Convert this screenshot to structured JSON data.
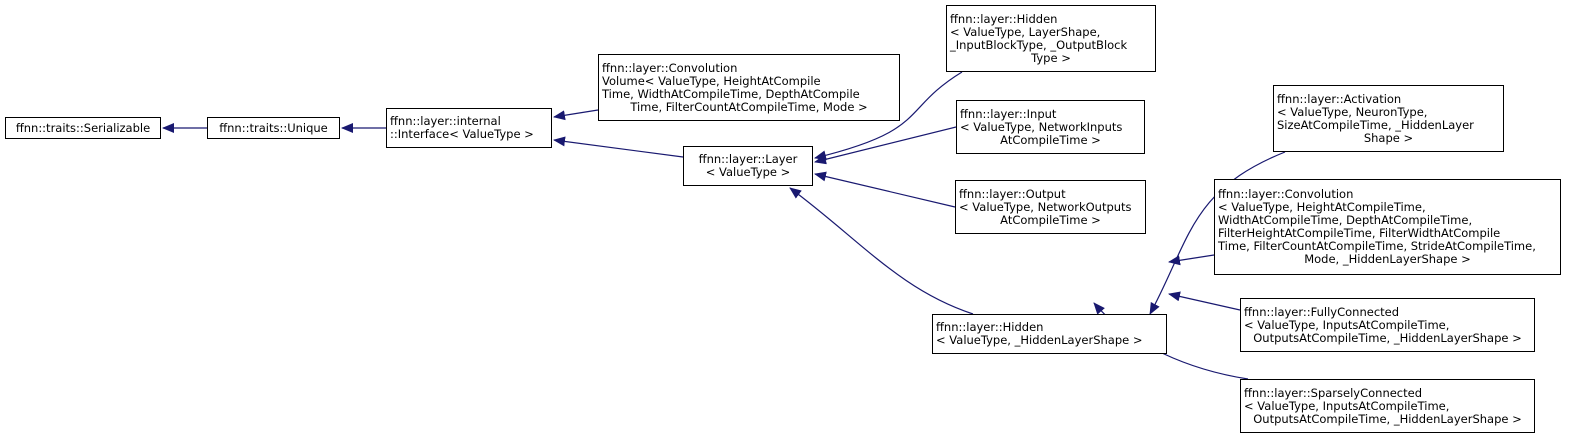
{
  "edge_color": "#191970",
  "nodes": {
    "serializable": [
      "ffnn::traits::Serializable"
    ],
    "unique": [
      "ffnn::traits::Unique"
    ],
    "interface": [
      "ffnn::layer::internal",
      "::Interface< ValueType >"
    ],
    "convolution_volume": [
      "ffnn::layer::Convolution",
      "Volume< ValueType, HeightAtCompile",
      "Time, WidthAtCompileTime, DepthAtCompile",
      "Time, FilterCountAtCompileTime, Mode >"
    ],
    "layer": [
      "ffnn::layer::Layer",
      "< ValueType >"
    ],
    "hidden_full": [
      "ffnn::layer::Hidden",
      "< ValueType, LayerShape,",
      "_InputBlockType, _OutputBlock",
      "Type >"
    ],
    "input": [
      "ffnn::layer::Input",
      "< ValueType, NetworkInputs",
      "AtCompileTime >"
    ],
    "output": [
      "ffnn::layer::Output",
      "< ValueType, NetworkOutputs",
      "AtCompileTime >"
    ],
    "hidden": [
      "ffnn::layer::Hidden",
      "< ValueType, _HiddenLayerShape >"
    ],
    "activation": [
      "ffnn::layer::Activation",
      "< ValueType, NeuronType,",
      "SizeAtCompileTime, _HiddenLayer",
      "Shape >"
    ],
    "convolution": [
      "ffnn::layer::Convolution",
      "< ValueType, HeightAtCompileTime,",
      "WidthAtCompileTime, DepthAtCompileTime,",
      "FilterHeightAtCompileTime, FilterWidthAtCompile",
      "Time, FilterCountAtCompileTime, StrideAtCompileTime,",
      "Mode, _HiddenLayerShape >"
    ],
    "fully_connected": [
      "ffnn::layer::FullyConnected",
      "< ValueType, InputsAtCompileTime,",
      "OutputsAtCompileTime, _HiddenLayerShape >"
    ],
    "sparsely_connected": [
      "ffnn::layer::SparselyConnected",
      "< ValueType, InputsAtCompileTime,",
      "OutputsAtCompileTime, _HiddenLayerShape >"
    ]
  },
  "edges": [
    {
      "from": "unique",
      "to": "serializable"
    },
    {
      "from": "interface",
      "to": "unique"
    },
    {
      "from": "convolution_volume",
      "to": "interface"
    },
    {
      "from": "layer",
      "to": "interface"
    },
    {
      "from": "hidden_full",
      "to": "layer"
    },
    {
      "from": "input",
      "to": "layer"
    },
    {
      "from": "output",
      "to": "layer"
    },
    {
      "from": "hidden",
      "to": "layer"
    },
    {
      "from": "activation",
      "to": "hidden"
    },
    {
      "from": "convolution",
      "to": "hidden"
    },
    {
      "from": "fully_connected",
      "to": "hidden"
    },
    {
      "from": "sparsely_connected",
      "to": "hidden"
    }
  ]
}
